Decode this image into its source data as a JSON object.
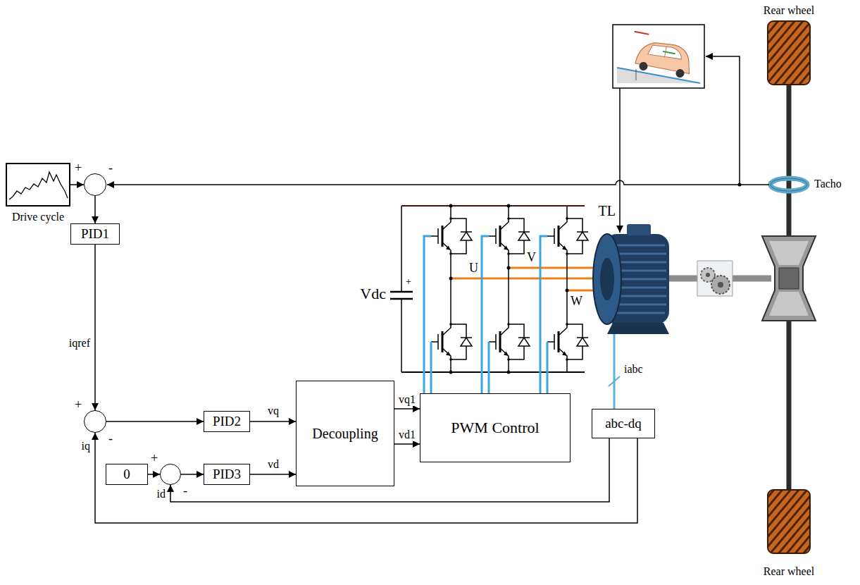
{
  "diagram": {
    "nodes": [
      {
        "text": [
          "Drive cycle"
        ]
      },
      {
        "text": [
          "+",
          "-"
        ]
      },
      {
        "text": [
          "PID1"
        ]
      },
      {
        "text": [
          "+",
          "-"
        ]
      },
      {
        "text": [
          "PID2"
        ]
      },
      {
        "text": [
          "0"
        ]
      },
      {
        "text": [
          "+",
          "-"
        ]
      },
      {
        "text": [
          "PID3"
        ]
      },
      {
        "text": [
          "Decoupling"
        ]
      },
      {
        "text": [
          "PWM Control"
        ]
      },
      {
        "text": [
          "abc-dq"
        ]
      }
    ],
    "edges": [
      {
        "from": 0,
        "to": 1,
        "arrow": "to"
      },
      {
        "from": 1,
        "to": 2,
        "arrow": "to"
      },
      {
        "from": 2,
        "to": 3,
        "label": "iqref",
        "arrow": "to"
      },
      {
        "from": 3,
        "to": 4,
        "arrow": "to"
      },
      {
        "from": 5,
        "to": 6,
        "arrow": "to"
      },
      {
        "from": 6,
        "to": 7,
        "arrow": "to"
      },
      {
        "from": 4,
        "to": 8,
        "label": "vq",
        "arrow": "to"
      },
      {
        "from": 7,
        "to": 8,
        "label": "vd",
        "arrow": "to"
      },
      {
        "from": 8,
        "to": 9,
        "label": "vq1",
        "arrow": "to"
      },
      {
        "from": 8,
        "to": 9,
        "label": "vd1",
        "arrow": "to"
      },
      {
        "from": 10,
        "to": 6,
        "label": "id",
        "arrow": "to"
      },
      {
        "from": 10,
        "to": 3,
        "label": "iq",
        "arrow": "to"
      }
    ],
    "labels": [
      "Vdc",
      "+",
      "U",
      "V",
      "W",
      "TL",
      "iabc",
      "Tacho",
      "Rear wheel",
      "Rear wheel"
    ]
  }
}
